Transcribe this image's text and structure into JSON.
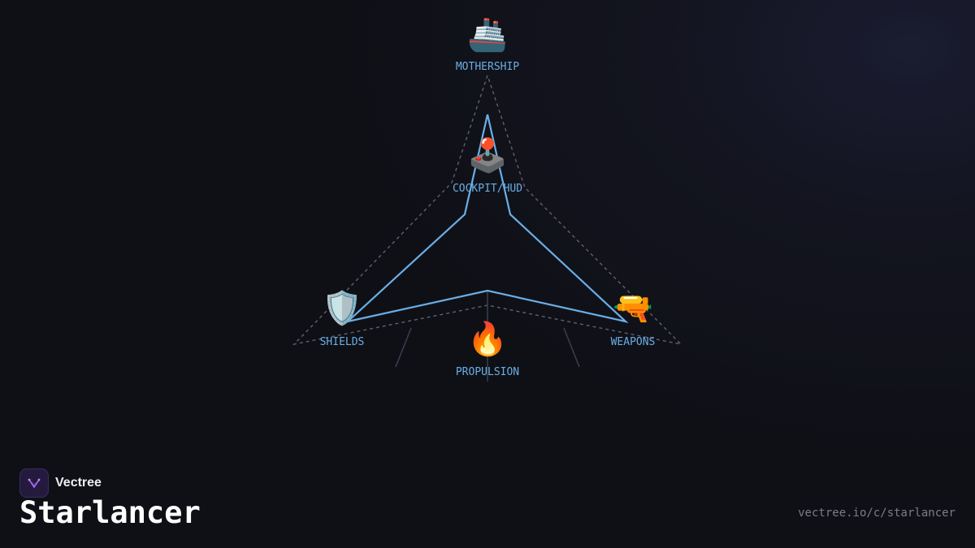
{
  "diagram": {
    "nodes": [
      {
        "id": "mothership",
        "label": "MOTHERSHIP",
        "icon": "🚢"
      },
      {
        "id": "cockpit",
        "label": "COCKPIT/HUD",
        "icon": "🕹️"
      },
      {
        "id": "shields",
        "label": "SHIELDS",
        "icon": "🛡️"
      },
      {
        "id": "propulsion",
        "label": "PROPULSION",
        "icon": "🔥"
      },
      {
        "id": "weapons",
        "label": "WEAPONS",
        "icon": "🔫"
      }
    ],
    "colors": {
      "highlight_path": "#6aaee6",
      "dashed_outline": "#5e6170",
      "connector": "#3a3f52",
      "label": "#6aaee6"
    }
  },
  "brand": {
    "name": "Vectree",
    "logo_icon": "vectree-logo-icon"
  },
  "title": "Starlancer",
  "url": "vectree.io/c/starlancer"
}
